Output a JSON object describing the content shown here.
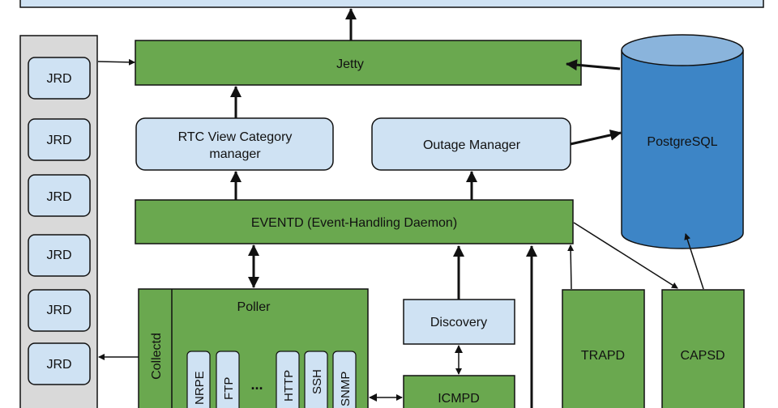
{
  "diagram": {
    "colors": {
      "green": "#6aa84f",
      "light_blue": "#cfe2f3",
      "db_blue": "#3d85c6",
      "db_top": "#8ab4dc",
      "panel_gray": "#d9d9d9",
      "stroke": "#111111"
    },
    "jetty": "Jetty",
    "rtc_line1": "RTC View Category",
    "rtc_line2": "manager",
    "outage_manager": "Outage Manager",
    "postgresql": "PostgreSQL",
    "eventd": "EVENTD (Event-Handling Daemon)",
    "poller": "Poller",
    "collectd": "Collectd",
    "monitors": [
      "NRPE",
      "FTP",
      "...",
      "HTTP",
      "SSH",
      "SNMP"
    ],
    "discovery": "Discovery",
    "icmpd": "ICMPD",
    "trapd": "TRAPD",
    "capsd": "CAPSD",
    "jrd_items": [
      "JRD",
      "JRD",
      "JRD",
      "JRD",
      "JRD",
      "JRD"
    ]
  }
}
